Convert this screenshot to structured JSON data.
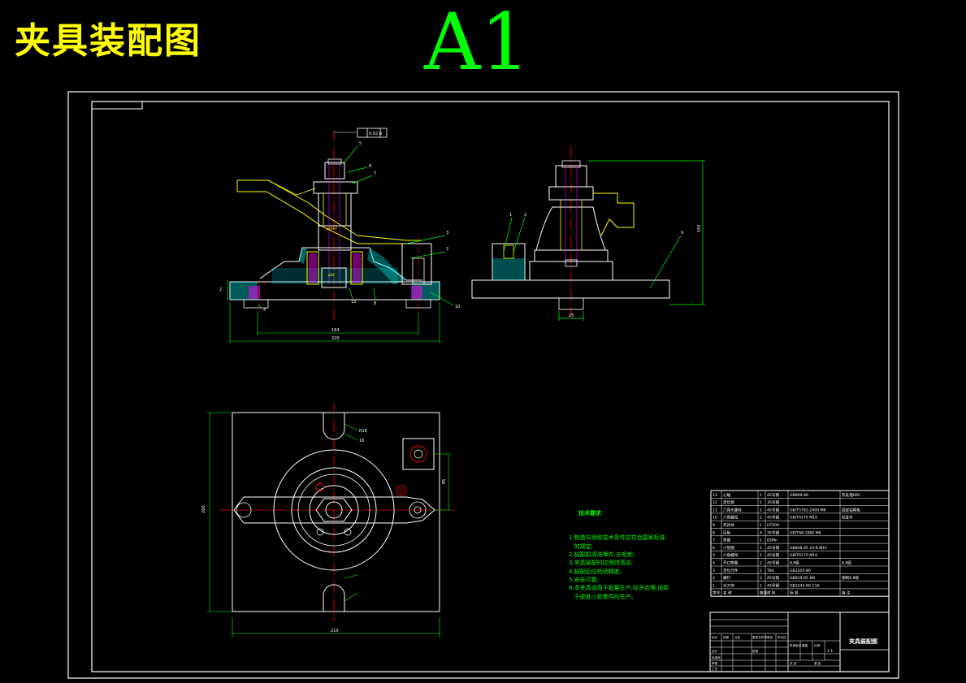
{
  "drawing": {
    "title": "夹具装配图",
    "sheet_size": "A1"
  },
  "tech_notes": {
    "heading": "技术要求",
    "lines": [
      "1.制造与验收技术条件应符合国家标准",
      "   的规定;",
      "2.装配前清洗零件,去毛刺;",
      "3.夹具装配时应保持清洁;",
      "4.装配后应检验精度;",
      "5.安全可靠;",
      "6.本夹具适用于批量生产,经济合理,适用",
      "   于成批小批零件的生产。"
    ]
  },
  "bom": {
    "rows": [
      {
        "no": "13",
        "name": "心轴",
        "qty": "1",
        "mat": "45号钢",
        "std": "GB899-86",
        "note": "热处理HRC"
      },
      {
        "no": "12",
        "name": "定位销",
        "qty": "1",
        "mat": "35号钢",
        "std": "",
        "note": ""
      },
      {
        "no": "11",
        "name": "六角头螺栓",
        "qty": "1",
        "mat": "45号钢",
        "std": "GB/T5782-2000 M8",
        "note": "固定钻模板"
      },
      {
        "no": "10",
        "name": "六角螺母",
        "qty": "2",
        "mat": "45号钢",
        "std": "GB/T6170 M10",
        "note": "标准件"
      },
      {
        "no": "9",
        "name": "夹具体",
        "qty": "1",
        "mat": "HT200",
        "std": "",
        "note": ""
      },
      {
        "no": "8",
        "name": "压板",
        "qty": "4",
        "mat": "35号钢",
        "std": "GB/T68-1985 M6",
        "note": ""
      },
      {
        "no": "7",
        "name": "垫圈",
        "qty": "1",
        "mat": "65Mn",
        "std": "",
        "note": ""
      },
      {
        "no": "6",
        "name": "小垫圈",
        "qty": "1",
        "mat": "45号钢",
        "std": "GB848 85 10-8.8HV",
        "note": ""
      },
      {
        "no": "5",
        "name": "六角螺母",
        "qty": "1",
        "mat": "45号钢",
        "std": "GB/T6170 M16",
        "note": ""
      },
      {
        "no": "4",
        "name": "开口垫圈",
        "qty": "2",
        "mat": "45号钢",
        "std": "8.8级",
        "note": "8.8级"
      },
      {
        "no": "3",
        "name": "定位元件",
        "qty": "2",
        "mat": "T8A",
        "std": "GB2205-80",
        "note": ""
      },
      {
        "no": "2",
        "name": "螺钉",
        "qty": "2",
        "mat": "45号钢",
        "std": "GB819-85 M6",
        "note": "钢制8.8级"
      },
      {
        "no": "1",
        "name": "对刀块",
        "qty": "1",
        "mat": "45号钢",
        "std": "GB2243-80 C16",
        "note": ""
      }
    ],
    "header": {
      "no": "序号",
      "name": "名 称",
      "qty": "数量",
      "mat": "材 料",
      "std": "标 准",
      "note": "备 注"
    }
  },
  "title_block": {
    "drawing_name": "夹具装配图",
    "labels": [
      "标记",
      "处数",
      "分区",
      "更改文件号",
      "签名",
      "年月日",
      "设计",
      "标准化",
      "审核",
      "工艺",
      "批准",
      "阶段标记",
      "重量",
      "比例",
      "共 张",
      "第 张"
    ],
    "scale": "1:1"
  },
  "dims": {
    "top_mark": "0.02 A",
    "front_width_inner": "164",
    "front_width_outer": "220",
    "side_height": "165",
    "side_base": "25",
    "plan_width": "210",
    "plan_height": "260",
    "plan_right": "85",
    "plan_r": "R16",
    "plan_r2": "16"
  },
  "colors": {
    "yellow": "#ffff00",
    "green": "#00ff00",
    "red": "#ff0000",
    "white": "#ffffff",
    "cyan": "#00ffff",
    "magenta": "#ff00ff"
  }
}
